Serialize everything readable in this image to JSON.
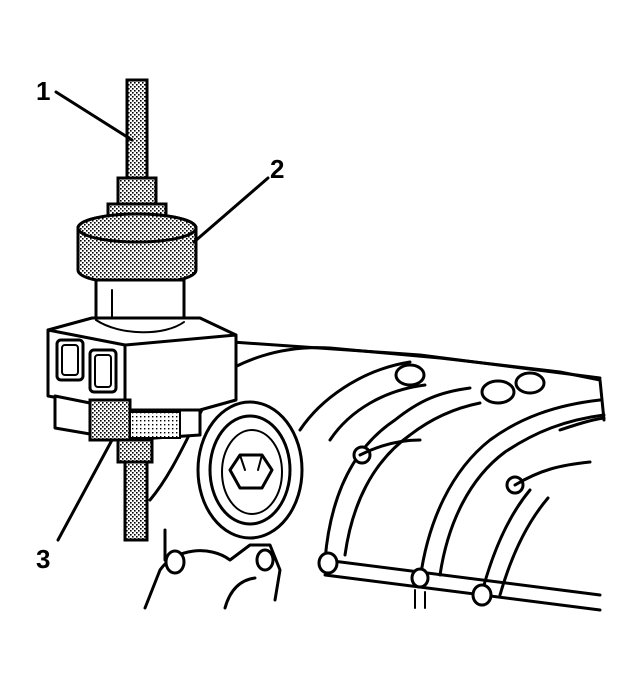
{
  "callouts": [
    {
      "id": "1",
      "label": "1"
    },
    {
      "id": "2",
      "label": "2"
    },
    {
      "id": "3",
      "label": "3"
    }
  ],
  "colors": {
    "line": "#000000",
    "background": "#ffffff",
    "stipple": "#000000"
  }
}
